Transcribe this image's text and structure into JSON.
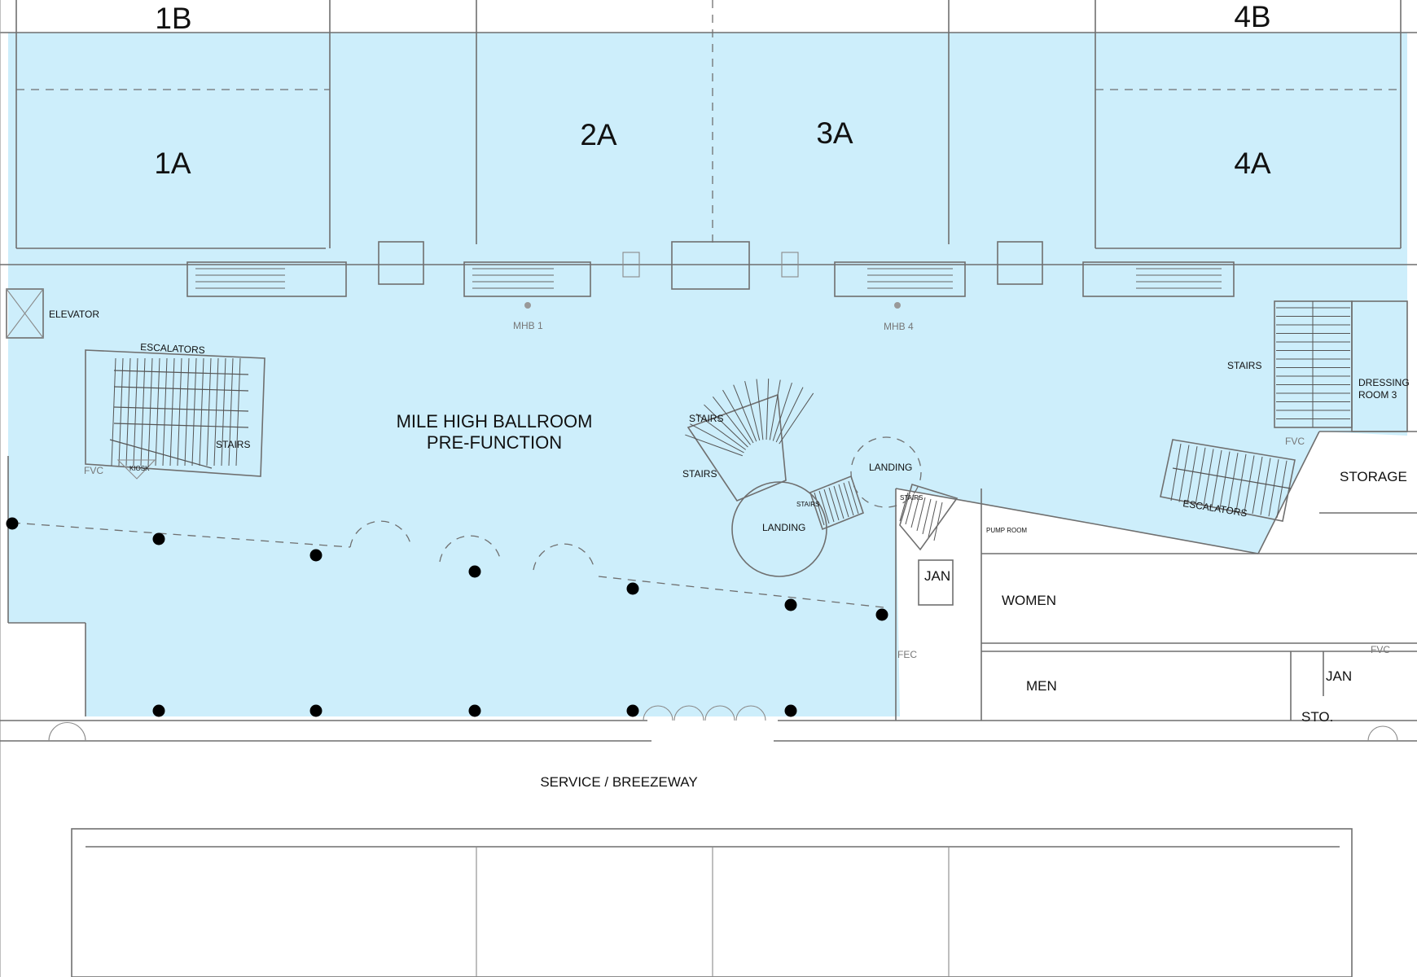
{
  "colors": {
    "prefunction_fill": "#cdeefb",
    "walls": "#6f6f6f",
    "columns": "#000000",
    "background": "#ffffff"
  },
  "rooms": {
    "r1a": "1A",
    "r1b": "1B",
    "r2a": "2A",
    "r3a": "3A",
    "r4a": "4A",
    "r4b": "4B"
  },
  "prefunction": {
    "line1": "MILE HIGH BALLROOM",
    "line2": "PRE-FUNCTION"
  },
  "labels": {
    "elevator": "ELEVATOR",
    "escalators_left": "ESCALATORS",
    "stairs_left": "STAIRS",
    "fvc_left": "FVC",
    "kiosk": "KIOSK",
    "mhb1": "MHB 1",
    "mhb4": "MHB 4",
    "stairs_center_top": "STAIRS",
    "stairs_center_left": "STAIRS",
    "stairs_center_small1": "STAIRS",
    "stairs_center_small2": "STAIRS",
    "landing_lower": "LANDING",
    "landing_upper": "LANDING",
    "pump_room": "PUMP ROOM",
    "jan_center": "JAN",
    "women": "WOMEN",
    "men": "MEN",
    "fec": "FEC",
    "stairs_right": "STAIRS",
    "dressing_room_3_line1": "DRESSING",
    "dressing_room_3_line2": "ROOM 3",
    "fvc_right": "FVC",
    "storage": "STORAGE",
    "escalators_right": "ESCALATORS",
    "fvc_far_right": "FVC",
    "jan_right": "JAN",
    "sto": "STO.",
    "service_breezeway": "SERVICE / BREEZEWAY"
  }
}
